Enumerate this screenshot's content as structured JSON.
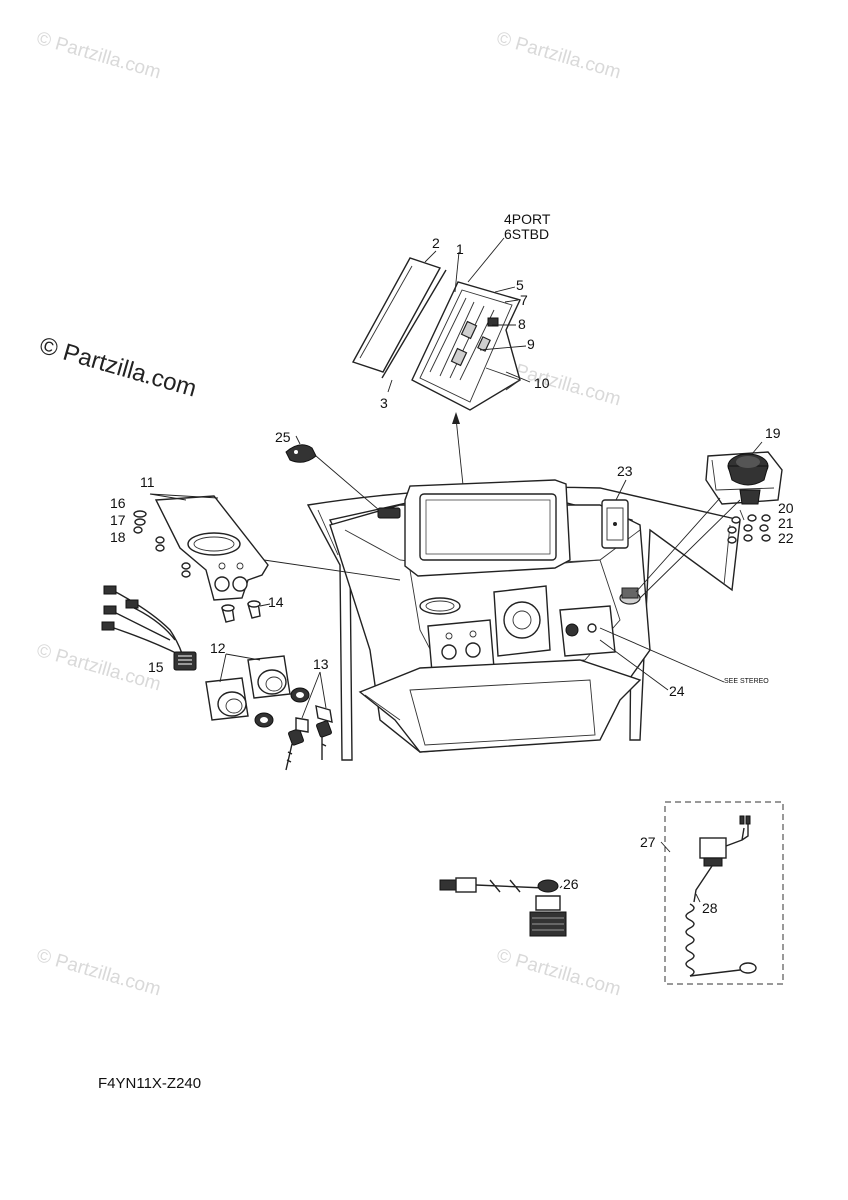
{
  "watermarks": {
    "small": "© Partzilla.com",
    "large": "© Partzilla.com"
  },
  "diagram_code": "F4YN11X-Z240",
  "note_see_stereo": "SEE STEREO",
  "callouts": {
    "c1": "1",
    "c2": "2",
    "c3": "3",
    "c4": "4PORT",
    "c6": "6STBD",
    "c5": "5",
    "c7": "7",
    "c8": "8",
    "c9": "9",
    "c10": "10",
    "c11": "11",
    "c12": "12",
    "c13": "13",
    "c14": "14",
    "c15": "15",
    "c16": "16",
    "c17": "17",
    "c18": "18",
    "c19": "19",
    "c20": "20",
    "c21": "21",
    "c22": "22",
    "c23": "23",
    "c24": "24",
    "c25": "25",
    "c26": "26",
    "c27": "27",
    "c28": "28"
  }
}
